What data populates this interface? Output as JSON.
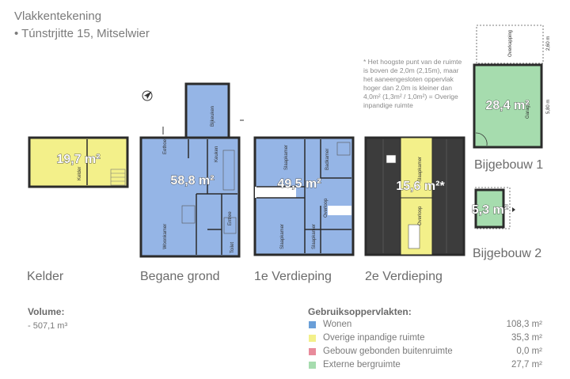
{
  "header": {
    "title": "Vlakkentekening",
    "address": "• Túnstrjitte 15, Mitselwier"
  },
  "note": "* Het hoogste punt van de ruimte is boven de 2,0m (2,15m), maar het aaneengesloten oppervlak hoger dan 2,0m is kleiner dan 4,0m² (1,3m² / 1,0m²) = Overige inpandige ruimte",
  "floors": {
    "kelder": {
      "label": "Kelder",
      "area": "19,7 m²",
      "room": "Kelder"
    },
    "begane_grond": {
      "label": "Begane grond",
      "area": "58,8 m²",
      "rooms": [
        "Eethoek",
        "Keuken",
        "Bijkeuken",
        "Woonkamer",
        "Entree",
        "Toilet"
      ]
    },
    "eerste": {
      "label": "1e Verdieping",
      "area": "49,5 m²",
      "rooms": [
        "Slaapkamer",
        "Badkamer",
        "Overloop",
        "Slaapkamer",
        "Slaapkamer"
      ]
    },
    "tweede": {
      "label": "2e Verdieping",
      "area": "15,6 m²*",
      "rooms": [
        "Slaapkamer",
        "Overloop"
      ]
    },
    "bijgebouw1": {
      "label": "Bijgebouw 1",
      "area": "28,4 m²",
      "room": "Garage",
      "overkapping": "Overkapping",
      "dim_top": "2,60 m",
      "dim_side": "5,80 m"
    },
    "bijgebouw2": {
      "label": "Bijgebouw 2",
      "area": "5,3 m²"
    }
  },
  "volume": {
    "title": "Volume:",
    "value": "- 507,1 m³"
  },
  "legend": {
    "title": "Gebruiksoppervlakten:",
    "items": [
      {
        "label": "Wonen",
        "value": "108,3 m²",
        "color": "#6a9fd8"
      },
      {
        "label": "Overige inpandige ruimte",
        "value": "35,3 m²",
        "color": "#f3f08a"
      },
      {
        "label": "Gebouw gebonden buitenruimte",
        "value": "0,0 m²",
        "color": "#e88b9b"
      },
      {
        "label": "Externe bergruimte",
        "value": "27,7 m²",
        "color": "#a6dcae"
      }
    ]
  },
  "colors": {
    "wonen": "#95b5e6",
    "overig": "#f3f08a",
    "extern": "#a6dcae",
    "wall": "#2b2b2b",
    "roof": "#3c3c3c"
  }
}
